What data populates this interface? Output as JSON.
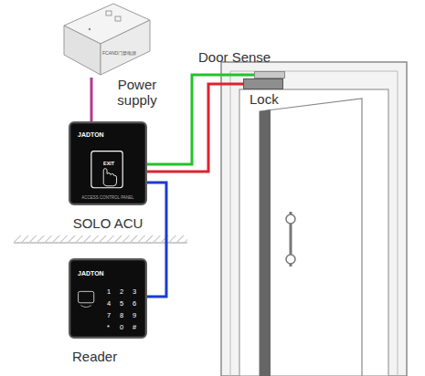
{
  "diagram": {
    "nodes": [
      {
        "text": [
          "FCAND门禁电源",
          "Power supply"
        ]
      },
      {
        "text": [
          "JADTON",
          "EXIT",
          "ACCESS CONTROL PANEL",
          "SOLO ACU"
        ]
      },
      {
        "text": [
          "JADTON",
          "1",
          "2",
          "3",
          "4",
          "5",
          "6",
          "7",
          "8",
          "9",
          "*",
          "0",
          "#",
          "Reader"
        ]
      },
      {
        "text": [
          "Door Sense"
        ]
      },
      {
        "text": [
          "Lock"
        ]
      }
    ],
    "edges": [
      {
        "from": 0,
        "to": 1,
        "arrow": "none"
      },
      {
        "from": 1,
        "to": 3,
        "arrow": "none"
      },
      {
        "from": 1,
        "to": 4,
        "arrow": "none"
      },
      {
        "from": 1,
        "to": 2,
        "arrow": "none"
      }
    ]
  }
}
